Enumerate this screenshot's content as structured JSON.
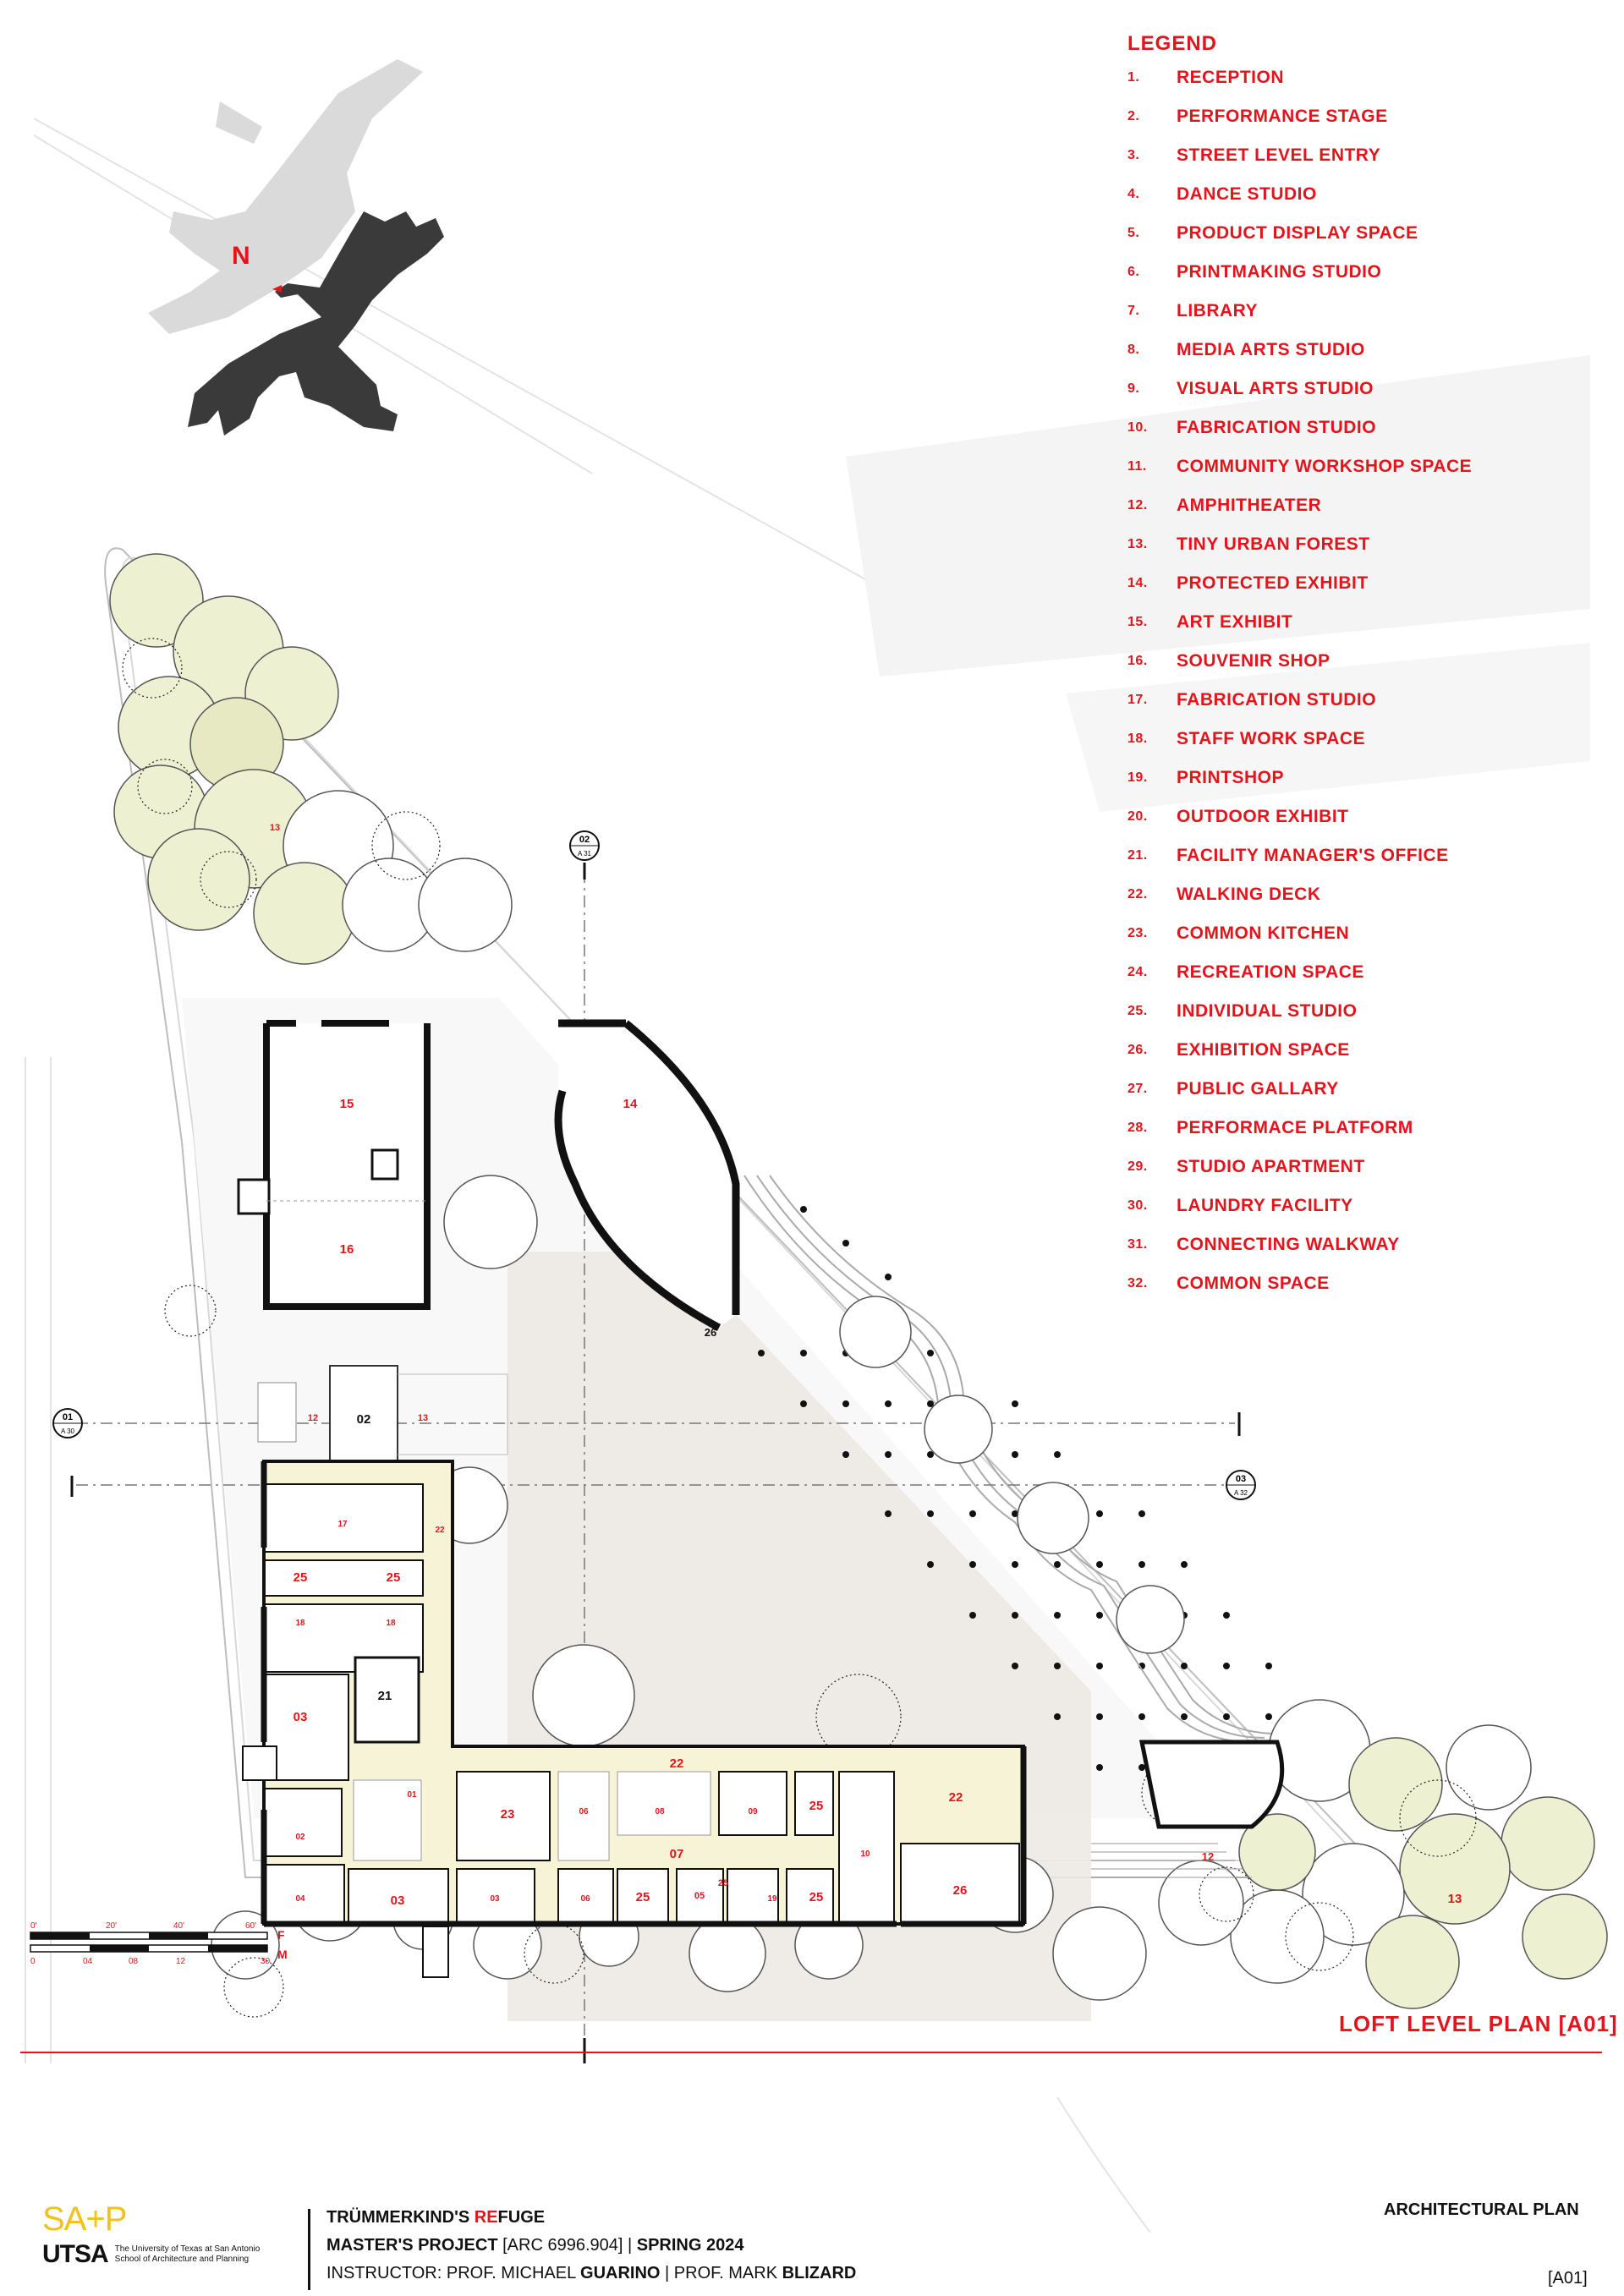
{
  "north_label": "N",
  "legend": {
    "title": "LEGEND",
    "items": [
      {
        "num": "1.",
        "label": "RECEPTION"
      },
      {
        "num": "2.",
        "label": "PERFORMANCE STAGE"
      },
      {
        "num": "3.",
        "label": "STREET LEVEL ENTRY"
      },
      {
        "num": "4.",
        "label": "DANCE STUDIO"
      },
      {
        "num": "5.",
        "label": "PRODUCT DISPLAY SPACE"
      },
      {
        "num": "6.",
        "label": "PRINTMAKING STUDIO"
      },
      {
        "num": "7.",
        "label": "LIBRARY"
      },
      {
        "num": "8.",
        "label": "MEDIA ARTS STUDIO"
      },
      {
        "num": "9.",
        "label": "VISUAL ARTS STUDIO"
      },
      {
        "num": "10.",
        "label": "FABRICATION STUDIO"
      },
      {
        "num": "11.",
        "label": "COMMUNITY WORKSHOP SPACE"
      },
      {
        "num": "12.",
        "label": "AMPHITHEATER"
      },
      {
        "num": "13.",
        "label": "TINY URBAN FOREST"
      },
      {
        "num": "14.",
        "label": "PROTECTED EXHIBIT"
      },
      {
        "num": "15.",
        "label": "ART EXHIBIT"
      },
      {
        "num": "16.",
        "label": "SOUVENIR SHOP"
      },
      {
        "num": "17.",
        "label": "FABRICATION STUDIO"
      },
      {
        "num": "18.",
        "label": "STAFF WORK SPACE"
      },
      {
        "num": "19.",
        "label": "PRINTSHOP"
      },
      {
        "num": "20.",
        "label": "OUTDOOR EXHIBIT"
      },
      {
        "num": "21.",
        "label": "FACILITY MANAGER'S OFFICE"
      },
      {
        "num": "22.",
        "label": "WALKING DECK"
      },
      {
        "num": "23.",
        "label": "COMMON KITCHEN"
      },
      {
        "num": "24.",
        "label": "RECREATION SPACE"
      },
      {
        "num": "25.",
        "label": "INDIVIDUAL STUDIO"
      },
      {
        "num": "26.",
        "label": "EXHIBITION SPACE"
      },
      {
        "num": "27.",
        "label": "PUBLIC GALLARY"
      },
      {
        "num": "28.",
        "label": "PERFORMACE PLATFORM"
      },
      {
        "num": "29.",
        "label": "STUDIO APARTMENT"
      },
      {
        "num": "30.",
        "label": "LAUNDRY FACILITY"
      },
      {
        "num": "31.",
        "label": "CONNECTING WALKWAY"
      },
      {
        "num": "32.",
        "label": "COMMON SPACE"
      }
    ]
  },
  "section_markers": [
    {
      "id": "01",
      "sheet": "A 30"
    },
    {
      "id": "02",
      "sheet": "A 31"
    },
    {
      "id": "03",
      "sheet": "A 32"
    }
  ],
  "room_tags": {
    "r15": "15",
    "r16": "16",
    "r14": "14",
    "r26a": "26",
    "r12a": "12",
    "r02": "02",
    "r13a": "13",
    "r13b": "13",
    "r17": "17",
    "r22a": "22",
    "r25a": "25",
    "r25b": "25",
    "r18a": "18",
    "r18b": "18",
    "r21": "21",
    "r03a": "03",
    "r22b": "22",
    "r01": "01",
    "r23": "23",
    "r06a": "06",
    "r08": "08",
    "r09": "09",
    "r25c": "25",
    "r22c": "22",
    "r02b": "02",
    "r07": "07",
    "r10": "10",
    "r04": "04",
    "r03b": "03",
    "r03c": "03",
    "r06b": "06",
    "r25d": "25",
    "r05": "05",
    "r25e": "25",
    "r19": "19",
    "r25f": "25",
    "r26b": "26",
    "r12b": "12",
    "r13c": "13"
  },
  "scale_bar": {
    "feet": [
      "0'",
      "20'",
      "40'",
      "60'"
    ],
    "feet_unit": "F",
    "meters": [
      "0",
      "04",
      "08",
      "12",
      "30"
    ],
    "meters_unit": "M"
  },
  "plan_title": "LOFT LEVEL PLAN [A01]",
  "title_block": {
    "logo_sap": "SA+P",
    "logo_utsa": "UTSA",
    "logo_school_1": "The University of Texas at San Antonio",
    "logo_school_2": "School of Architecture and Planning",
    "project_title_a": "TRÜMMERKIND'S ",
    "project_title_b": "RE",
    "project_title_c": "FUGE",
    "course_a": "MASTER'S PROJECT",
    "course_b": " [ARC 6996.904]  | ",
    "course_c": "SPRING 2024",
    "instructor_a": "INSTRUCTOR: PROF. MICHAEL ",
    "instructor_b": "GUARINO",
    "instructor_c": " | PROF. MARK ",
    "instructor_d": "BLIZARD",
    "drawing_type": "ARCHITECTURAL PLAN",
    "sheet": "[A01]"
  },
  "colors": {
    "accent": "#e3141c",
    "deck": "#f6f3d6",
    "courtyard": "#ece8e3",
    "wall": "#111111",
    "tree_fill": "#eef0d2",
    "logo_yellow": "#f2c11a"
  }
}
